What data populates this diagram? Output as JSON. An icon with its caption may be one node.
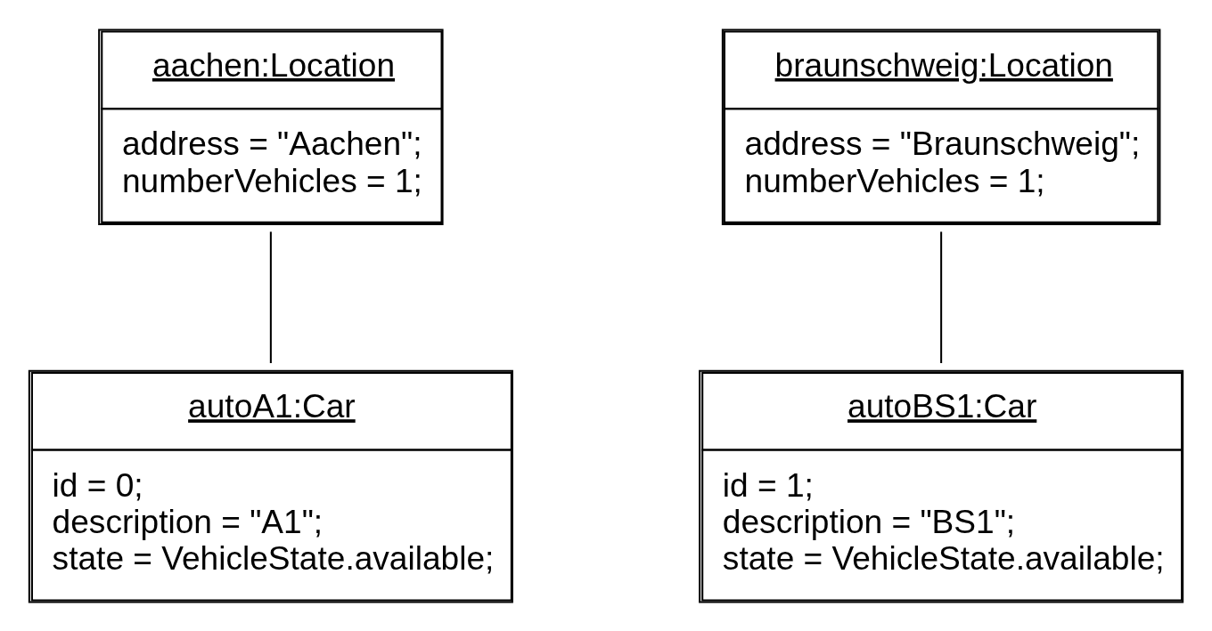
{
  "diagram": {
    "nodes": [
      {
        "text": [
          "aachen:Location",
          "address = \"Aachen\";",
          "numberVehicles = 1;"
        ]
      },
      {
        "text": [
          "braunschweig:Location",
          "address = \"Braunschweig\";",
          "numberVehicles = 1;"
        ]
      },
      {
        "text": [
          "autoA1:Car",
          "id = 0;",
          "description = \"A1\";",
          "state = VehicleState.available;"
        ]
      },
      {
        "text": [
          "autoBS1:Car",
          "id = 1;",
          "description = \"BS1\";",
          "state = VehicleState.available;"
        ]
      }
    ],
    "edges": [
      {
        "from": 0,
        "to": 2,
        "arrow": "none"
      },
      {
        "from": 1,
        "to": 3,
        "arrow": "none"
      }
    ]
  }
}
